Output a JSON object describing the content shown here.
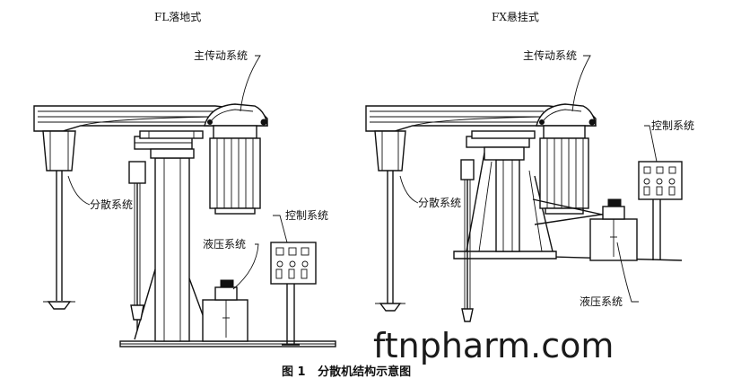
{
  "titles": {
    "left": "FL落地式",
    "right": "FX悬挂式"
  },
  "labels": {
    "left_main_drive": "主传动系统",
    "left_dispersion": "分散系统",
    "left_control": "控制系统",
    "left_hydraulic": "液压系统",
    "right_main_drive": "主传动系统",
    "right_control": "控制系统",
    "right_dispersion": "分散系统",
    "right_hydraulic": "液压系统"
  },
  "caption": "图 1   分散机结构示意图",
  "watermark": "ftnpharm.com"
}
